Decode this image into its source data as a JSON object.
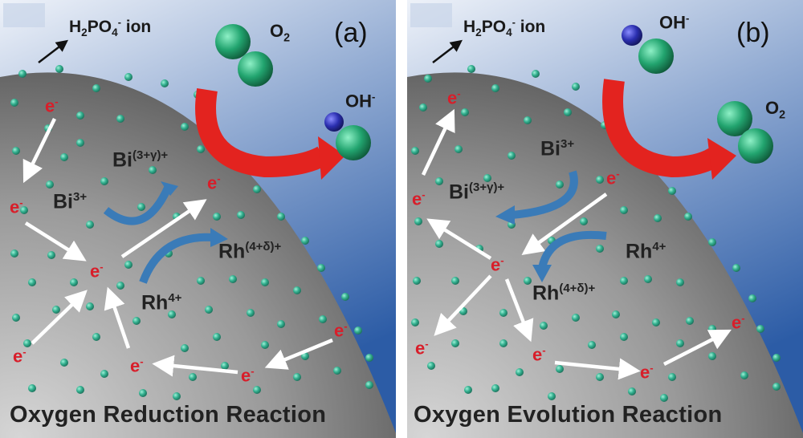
{
  "panel_a": {
    "tag": "(a)",
    "ion_label": {
      "base": "H",
      "sub1": "2",
      "mid": "PO",
      "sub2": "4",
      "sup": "-",
      "tail": " ion"
    },
    "o2": {
      "base": "O",
      "sub": "2"
    },
    "oh": {
      "base": "OH",
      "sup": "-"
    },
    "bi_high": {
      "base": "Bi",
      "sup": "(3+γ)+"
    },
    "bi_low": {
      "base": "Bi",
      "sup": "3+"
    },
    "rh_high": {
      "base": "Rh",
      "sup": "(4+δ)+"
    },
    "rh_low": {
      "base": "Rh",
      "sup": "4+"
    },
    "electron": {
      "base": "e",
      "sup": "-"
    },
    "title": "Oxygen Reduction Reaction"
  },
  "panel_b": {
    "tag": "(b)",
    "ion_label": {
      "base": "H",
      "sub1": "2",
      "mid": "PO",
      "sub2": "4",
      "sup": "-",
      "tail": " ion"
    },
    "o2": {
      "base": "O",
      "sub": "2"
    },
    "oh": {
      "base": "OH",
      "sup": "-"
    },
    "bi_high": {
      "base": "Bi",
      "sup": "(3+γ)+"
    },
    "bi_low": {
      "base": "Bi",
      "sup": "3+"
    },
    "rh_high": {
      "base": "Rh",
      "sup": "(4+δ)+"
    },
    "rh_low": {
      "base": "Rh",
      "sup": "4+"
    },
    "electron": {
      "base": "e",
      "sup": "-"
    },
    "title": "Oxygen Evolution Reaction"
  },
  "colors": {
    "sky_top": "#e9eef7",
    "sky_bottom": "#2f5fa8",
    "particle_dark": "#5d5d5d",
    "particle_light": "#c9c9c9",
    "dot": "#2fa98c",
    "electron": "#d81e2a",
    "curved_arrow_red": "#e3231f",
    "curved_arrow_blue": "#3a7bb8",
    "o2_sphere": "#21a070",
    "oh_o_sphere": "#24a36f",
    "oh_h_sphere": "#2a2aa0"
  }
}
